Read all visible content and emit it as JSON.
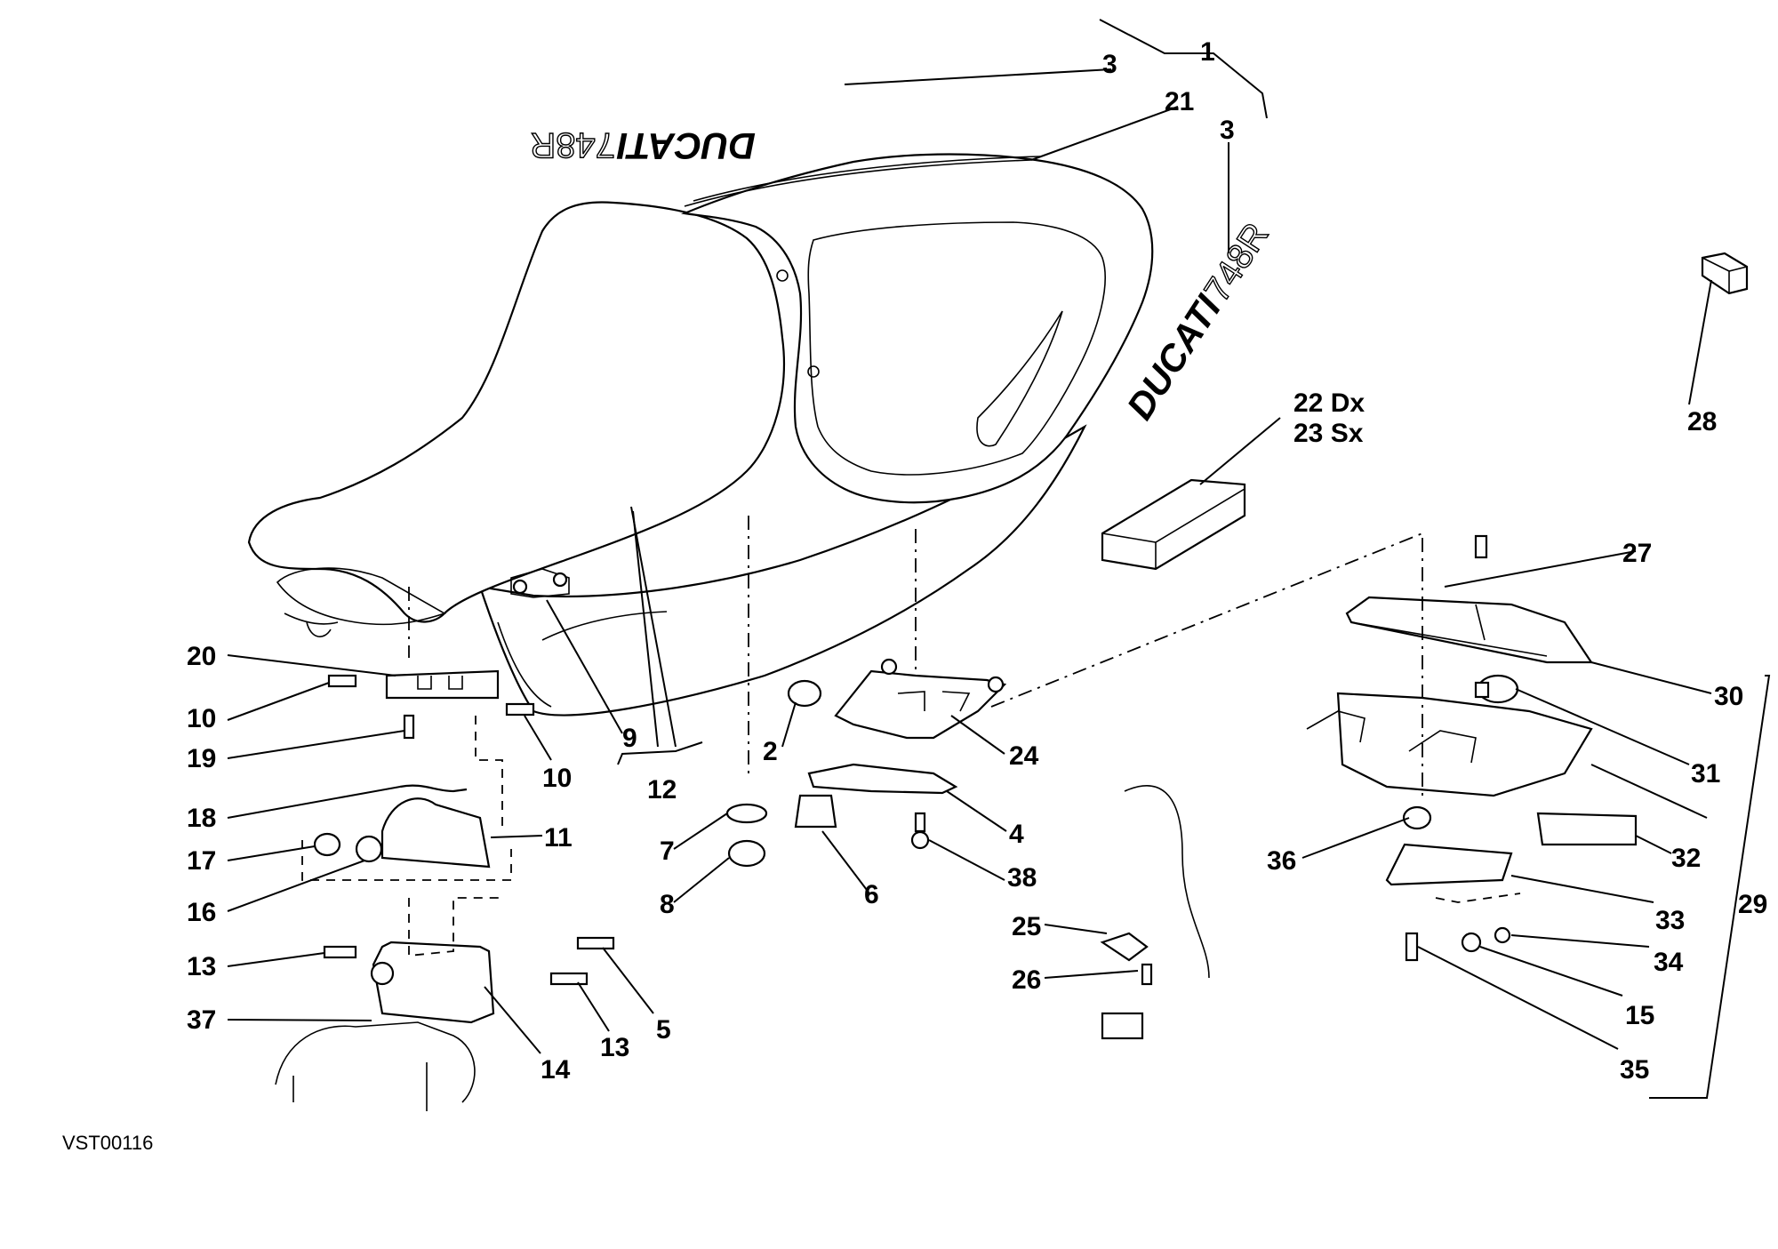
{
  "diagram_code": "VST00116",
  "decals": {
    "brand": "DUCATI",
    "model": "748R"
  },
  "callouts": {
    "c1": "1",
    "c2": "2",
    "c3a": "3",
    "c3b": "3",
    "c4": "4",
    "c5": "5",
    "c6": "6",
    "c7": "7",
    "c8": "8",
    "c9": "9",
    "c10a": "10",
    "c10b": "10",
    "c11": "11",
    "c12": "12",
    "c13a": "13",
    "c13b": "13",
    "c14": "14",
    "c15": "15",
    "c16": "16",
    "c17": "17",
    "c18": "18",
    "c19": "19",
    "c20": "20",
    "c21": "21",
    "c22": "22 Dx",
    "c23": "23 Sx",
    "c24": "24",
    "c25": "25",
    "c26": "26",
    "c27": "27",
    "c28": "28",
    "c29": "29",
    "c30": "30",
    "c31": "31",
    "c32": "32",
    "c33": "33",
    "c34": "34",
    "c35": "35",
    "c36": "36",
    "c37": "37",
    "c38": "38"
  }
}
